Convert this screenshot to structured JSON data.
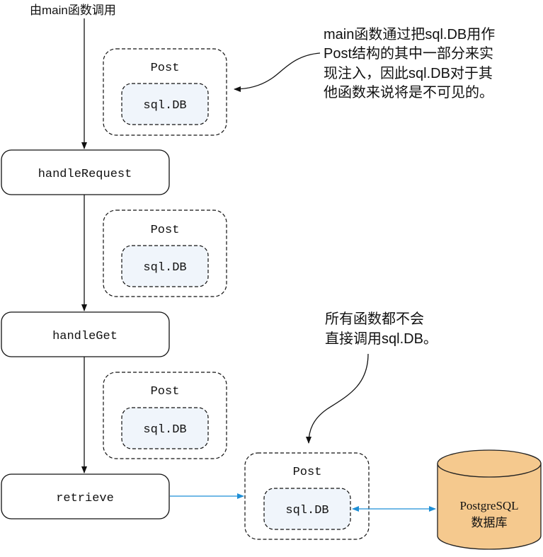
{
  "top_label": "由main函数调用",
  "annotation_top": [
    "main函数通过把sql.DB用作",
    "Post结构的其中一部分来实",
    "现注入，因此sql.DB对于其",
    "他函数来说将是不可见的。"
  ],
  "annotation_mid": [
    "所有函数都不会",
    "直接调用sql.DB。"
  ],
  "functions": [
    {
      "label": "handleRequest"
    },
    {
      "label": "handleGet"
    },
    {
      "label": "retrieve"
    }
  ],
  "post_boxes": [
    {
      "outer": "Post",
      "inner": "sql.DB"
    },
    {
      "outer": "Post",
      "inner": "sql.DB"
    },
    {
      "outer": "Post",
      "inner": "sql.DB"
    },
    {
      "outer": "Post",
      "inner": "sql.DB"
    }
  ],
  "database": {
    "line1": "PostgreSQL",
    "line2": "数据库"
  },
  "colors": {
    "stroke": "#111111",
    "inner_fill": "#f0f5fb",
    "link_blue": "#1f8fd6",
    "db_fill": "#f5c98e",
    "db_stroke": "#222222"
  }
}
